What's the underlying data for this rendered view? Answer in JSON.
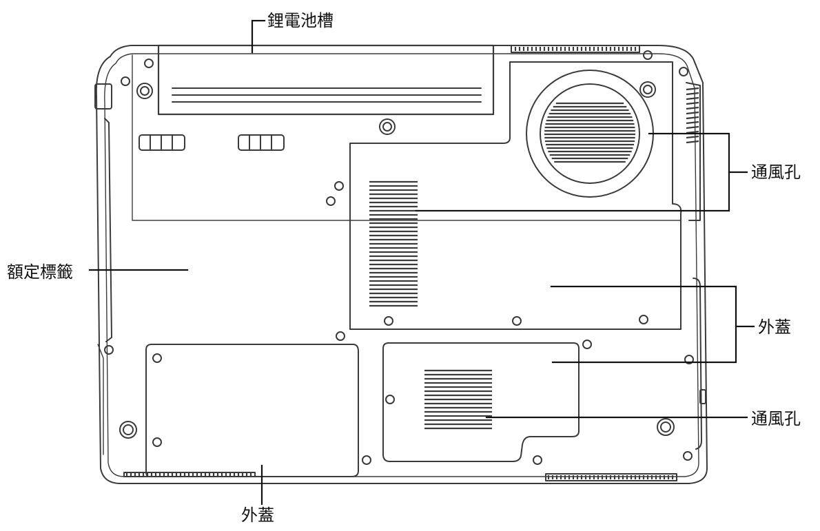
{
  "callouts": {
    "battery_slot": "鋰電池槽",
    "vent_top": "通風孔",
    "rating_label": "額定標籤",
    "cover_right": "外蓋",
    "vent_bottom": "通風孔",
    "cover_bottom": "外蓋"
  },
  "colors": {
    "outline": "#3a3a3a",
    "leader_line": "#111111",
    "background": "#ffffff"
  }
}
